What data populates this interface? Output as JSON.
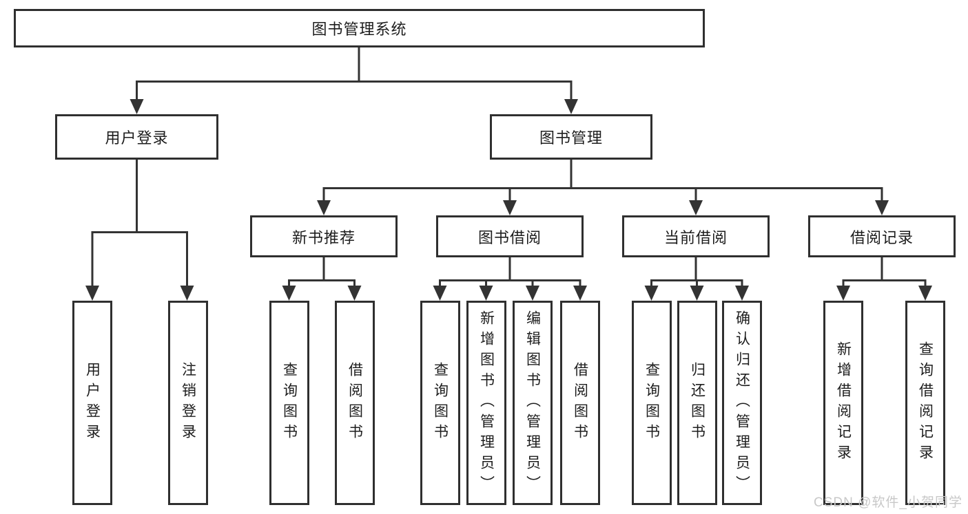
{
  "tree": {
    "root": {
      "label": "图书管理系统"
    },
    "level2": [
      {
        "label": "用户登录"
      },
      {
        "label": "图书管理"
      }
    ],
    "level3": [
      {
        "label": "新书推荐"
      },
      {
        "label": "图书借阅"
      },
      {
        "label": "当前借阅"
      },
      {
        "label": "借阅记录"
      }
    ],
    "leaves": {
      "login": [
        "用户登录",
        "注销登录"
      ],
      "new_books": [
        "查询图书",
        "借阅图书"
      ],
      "book_borrow": [
        "查询图书",
        "新增图书（管理员）",
        "编辑图书（管理员）",
        "借阅图书"
      ],
      "current_borrow": [
        "查询图书",
        "归还图书",
        "确认归还（管理员）"
      ],
      "borrow_records": [
        "新增借阅记录",
        "查询借阅记录"
      ]
    }
  },
  "watermark": {
    "text": "CSDN @软件_小贺同学",
    "color": "#c8c8c8"
  },
  "colors": {
    "line": "#333333",
    "box_border": "#2f2f2f",
    "text": "#1d1d1d",
    "background": "#ffffff"
  }
}
